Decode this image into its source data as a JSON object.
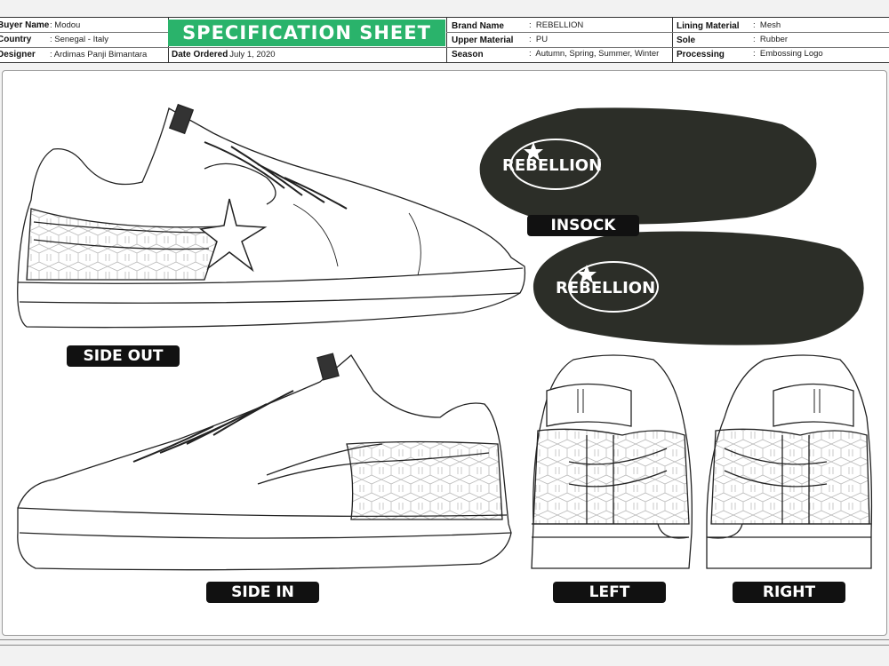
{
  "header": {
    "title": "SPECIFICATION SHEET",
    "buyer_name_label": "Buyer Name",
    "buyer_name": "Modou",
    "country_label": "Country",
    "country": "Senegal - Italy",
    "designer_label": "Designer",
    "designer": "Ardimas Panji Bimantara",
    "date_label": "Date Ordered",
    "date": "July 1, 2020",
    "brand_label": "Brand Name",
    "brand": "REBELLION",
    "upper_label": "Upper Material",
    "upper": "PU",
    "season_label": "Season",
    "season": "Autumn, Spring, Summer, Winter",
    "lining_label": "Lining Material",
    "lining": "Mesh",
    "sole_label": "Sole",
    "sole": "Rubber",
    "processing_label": "Processing",
    "processing": "Embossing Logo"
  },
  "views": {
    "side_out": "SIDE OUT",
    "side_in": "SIDE IN",
    "insock": "INSOCK",
    "left": "LEFT",
    "right": "RIGHT"
  },
  "logo_text": "REBELLION",
  "colors": {
    "accent_green": "#2ab36b",
    "insole_dark": "#2c2e28",
    "label_black": "#111111"
  }
}
